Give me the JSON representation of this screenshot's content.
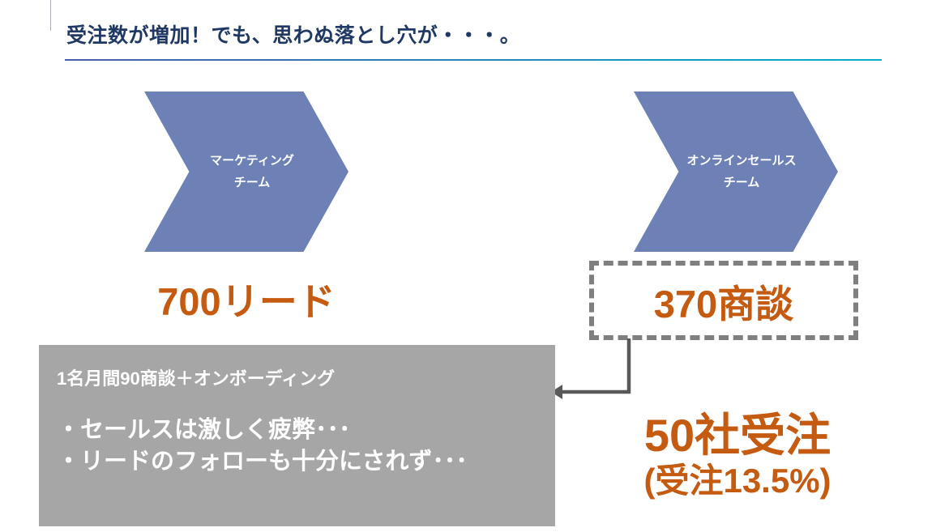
{
  "slide": {
    "title": "受注数が増加！でも、思わぬ落とし穴が・・・。"
  },
  "colors": {
    "title-navy": "#1f3864",
    "accent-orange": "#c55a11",
    "chevron-blue": "#6d81b7",
    "note-gray": "#a6a6a6",
    "dash-gray": "#7f7f7f",
    "arrow-gray": "#595959",
    "underline-blue": "#4a5ea6",
    "underline-teal": "#00b0c8"
  },
  "flow": {
    "marketing": {
      "label_line1": "マーケティング",
      "label_line2": "チーム",
      "metric": "700リード"
    },
    "online_sales": {
      "label_line1": "オンラインセールス",
      "label_line2": "チーム",
      "metric": "370商談"
    }
  },
  "note_box": {
    "header": "1名月間90商談＋オンボーディング",
    "bullets": [
      "・セールスは激しく疲弊･･･",
      "・リードのフォローも十分にされず･･･"
    ]
  },
  "result": {
    "orders": "50社受注",
    "rate": "(受注13.5%)"
  }
}
